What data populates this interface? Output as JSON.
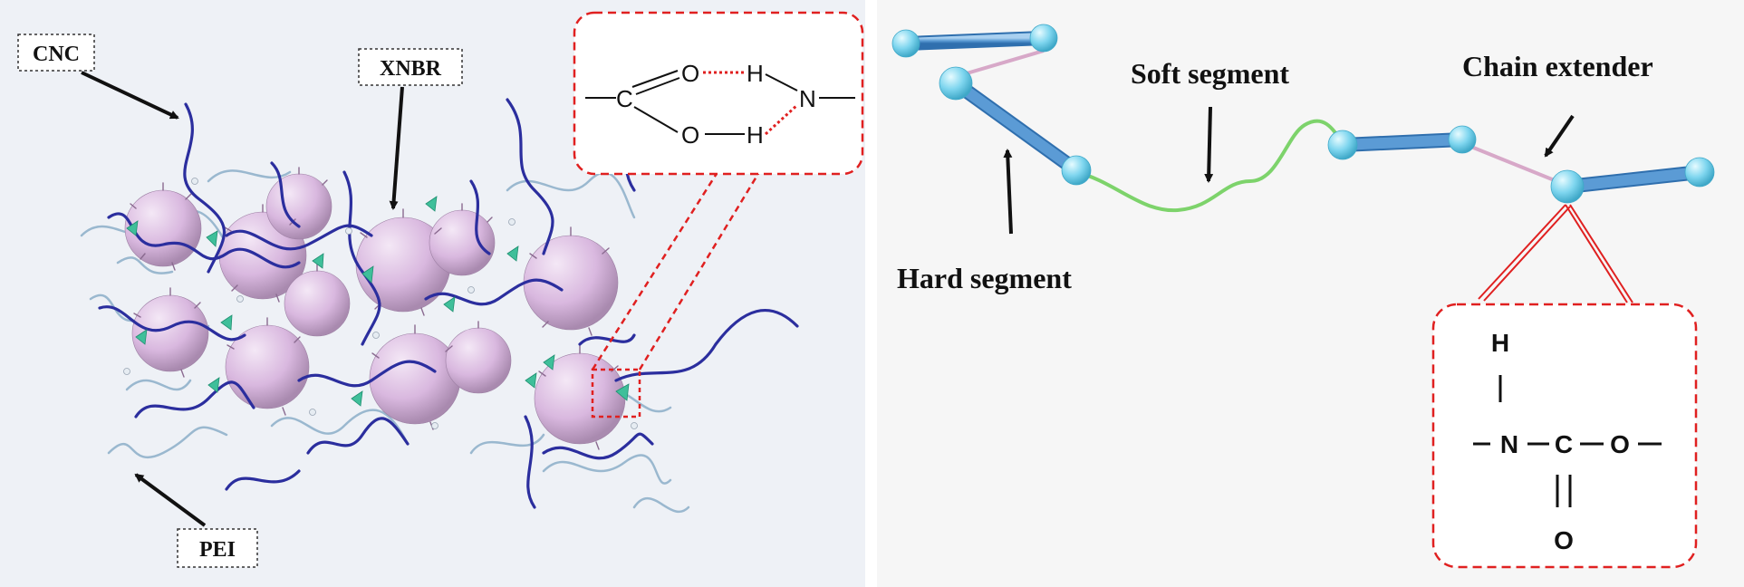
{
  "left_panel": {
    "labels": {
      "cnc": "CNC",
      "xnbr": "XNBR",
      "pei": "PEI"
    },
    "inset": {
      "carbon": "C",
      "oxygen_top": "O",
      "oxygen_bottom": "O",
      "hydrogen_top": "H",
      "hydrogen_bottom": "H",
      "nitrogen": "N"
    }
  },
  "right_panel": {
    "labels": {
      "soft_segment": "Soft segment",
      "chain_extender": "Chain extender",
      "hard_segment": "Hard segment"
    },
    "inset": {
      "hydrogen": "H",
      "nitrogen": "N",
      "carbon": "C",
      "oxygen_right": "O",
      "oxygen_bottom": "O"
    }
  },
  "colors": {
    "sphere": "#d9b8df",
    "chain_dark": "#2b2e9e",
    "chain_light": "#9ab8cf",
    "crosslinker": "#3fbf9a",
    "rod": "#5b9bd5",
    "node": "#7fd6ef",
    "soft_chain": "#7dd36b",
    "link": "#d7a8c8",
    "highlight": "#e02020"
  }
}
